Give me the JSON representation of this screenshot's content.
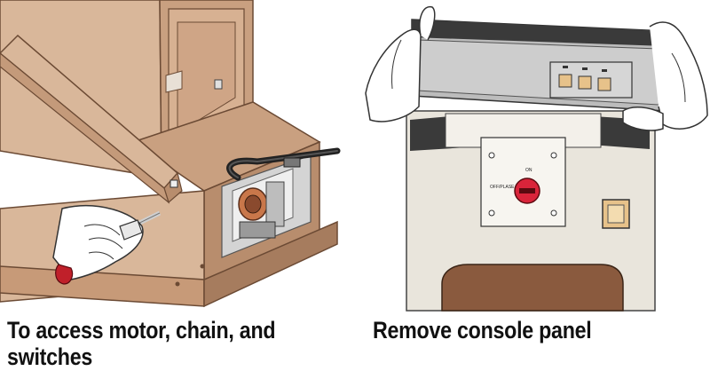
{
  "left_panel": {
    "caption_line1": "To access motor, chain, and",
    "caption_line2": "switches"
  },
  "right_panel": {
    "caption": "Remove console panel",
    "switch_label_top": "ON",
    "switch_label_left": "OFF/PLASE"
  },
  "colors": {
    "wood_light": "#d9b79a",
    "wood_mid": "#c9a080",
    "wood_dark": "#a67c5e",
    "panel_cream": "#e9e5dc",
    "console_gray": "#bcbcbc",
    "dial_red": "#d9243a",
    "door_brown": "#8a5a3e",
    "rocker_tan": "#e7c28a"
  }
}
